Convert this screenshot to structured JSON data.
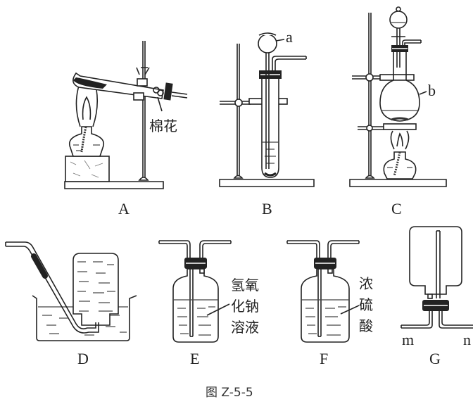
{
  "figure": {
    "caption": "图 Z-5-5",
    "apparatus": [
      {
        "id": "A",
        "label": "A",
        "annotation": "棉花",
        "description": "试管加热装置（酒精灯、铁架台、试管口放棉花）"
      },
      {
        "id": "B",
        "label": "B",
        "annotation": "a",
        "description": "试管 + 长颈漏斗（球形）+ 导管"
      },
      {
        "id": "C",
        "label": "C",
        "annotation": "b",
        "description": "分液漏斗 + 圆底烧瓶 + 酒精灯加热"
      },
      {
        "id": "D",
        "label": "D",
        "description": "排水法集气"
      },
      {
        "id": "E",
        "label": "E",
        "annotation_lines": [
          "氢氧",
          "化钠",
          "溶液"
        ],
        "description": "洗气瓶（氢氧化钠溶液）"
      },
      {
        "id": "F",
        "label": "F",
        "annotation_lines": [
          "浓",
          "硫",
          "酸"
        ],
        "description": "洗气瓶（浓硫酸）"
      },
      {
        "id": "G",
        "label": "G",
        "port_labels": [
          "m",
          "n"
        ],
        "description": "倒置集气瓶，m、n 两导管"
      }
    ]
  }
}
